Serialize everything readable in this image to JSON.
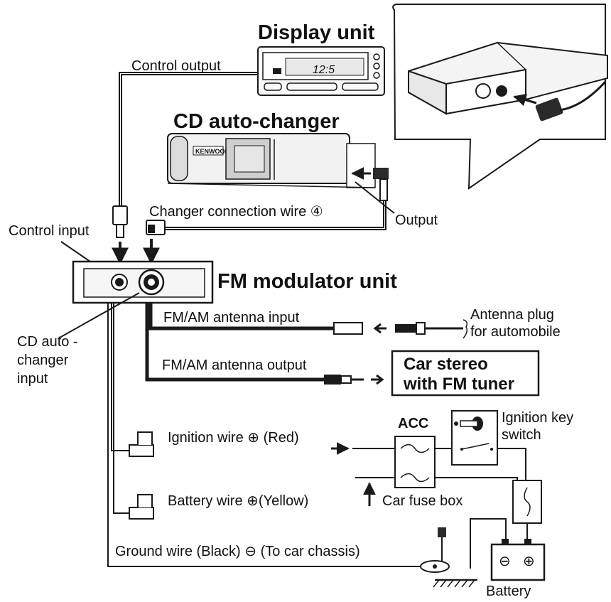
{
  "display_unit": {
    "title": "Display unit",
    "control_output": "Control output",
    "readout": "12:5"
  },
  "cd_changer": {
    "title": "CD auto-changer",
    "output": "Output",
    "brand": "KENWOOD"
  },
  "changer_wire": {
    "label": "Changer connection wire ④"
  },
  "modulator": {
    "title": "FM  modulator unit",
    "control_input": "Control input",
    "cd_input": [
      "CD auto -",
      "changer",
      "input"
    ]
  },
  "antenna": {
    "input_label": "FM/AM antenna input",
    "output_label": "FM/AM antenna output",
    "plug_label": [
      "Antenna plug",
      "for automobile"
    ]
  },
  "car_stereo": {
    "label": [
      "Car stereo",
      "with FM tuner"
    ]
  },
  "power": {
    "ignition_wire": "Ignition wire ⊕ (Red)",
    "battery_wire": "Battery wire ⊕(Yellow)",
    "ground_wire": "Ground wire (Black) ⊖ (To car chassis)",
    "acc": "ACC",
    "fuse_box": "Car fuse box",
    "ignition_switch": [
      "Ignition key",
      "switch"
    ],
    "battery": "Battery",
    "battery_neg": "⊖",
    "battery_pos": "⊕"
  },
  "icons": [
    "display-unit-icon",
    "cd-changer-icon",
    "modulator-unit-icon",
    "plug-icon",
    "antenna-plug-icon",
    "fuse-icon",
    "key-icon",
    "battery-icon",
    "ground-icon",
    "arrow-icon"
  ]
}
